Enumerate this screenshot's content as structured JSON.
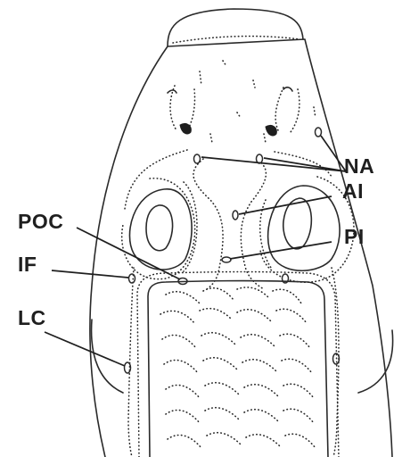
{
  "labels": {
    "na": "NA",
    "ai": "AI",
    "poc": "POC",
    "pi": "PI",
    "if": "IF",
    "lc": "LC"
  },
  "colors": {
    "ink": "#2a2a2a",
    "background": "#ffffff"
  }
}
